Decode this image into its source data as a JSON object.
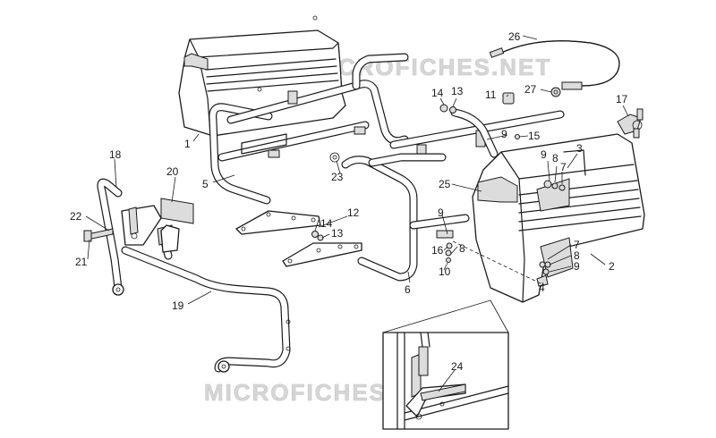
{
  "watermarks": [
    "MICROFICHES.NET",
    "MICROFICHES.NET"
  ],
  "callouts": [
    {
      "id": "c26",
      "text": "26"
    },
    {
      "id": "c27",
      "text": "27"
    },
    {
      "id": "c11",
      "text": "11"
    },
    {
      "id": "c14a",
      "text": "14"
    },
    {
      "id": "c13a",
      "text": "13"
    },
    {
      "id": "c17",
      "text": "17"
    },
    {
      "id": "c9a",
      "text": "9"
    },
    {
      "id": "c15",
      "text": "15"
    },
    {
      "id": "c3",
      "text": "3"
    },
    {
      "id": "c9b",
      "text": "9"
    },
    {
      "id": "c8a",
      "text": "8"
    },
    {
      "id": "c7a",
      "text": "7"
    },
    {
      "id": "c1",
      "text": "1"
    },
    {
      "id": "c18",
      "text": "18"
    },
    {
      "id": "c20",
      "text": "20"
    },
    {
      "id": "c5",
      "text": "5"
    },
    {
      "id": "c23",
      "text": "23"
    },
    {
      "id": "c25",
      "text": "25"
    },
    {
      "id": "c22",
      "text": "22"
    },
    {
      "id": "c21",
      "text": "21"
    },
    {
      "id": "c12",
      "text": "12"
    },
    {
      "id": "c14b",
      "text": "14"
    },
    {
      "id": "c13b",
      "text": "13"
    },
    {
      "id": "c9c",
      "text": "9"
    },
    {
      "id": "c16",
      "text": "16"
    },
    {
      "id": "c8b",
      "text": "8"
    },
    {
      "id": "c10",
      "text": "10"
    },
    {
      "id": "c7b",
      "text": "7"
    },
    {
      "id": "c8c",
      "text": "8"
    },
    {
      "id": "c9d",
      "text": "9"
    },
    {
      "id": "c2",
      "text": "2"
    },
    {
      "id": "c4",
      "text": "4"
    },
    {
      "id": "c6",
      "text": "6"
    },
    {
      "id": "c19",
      "text": "19"
    },
    {
      "id": "c24",
      "text": "24"
    }
  ]
}
